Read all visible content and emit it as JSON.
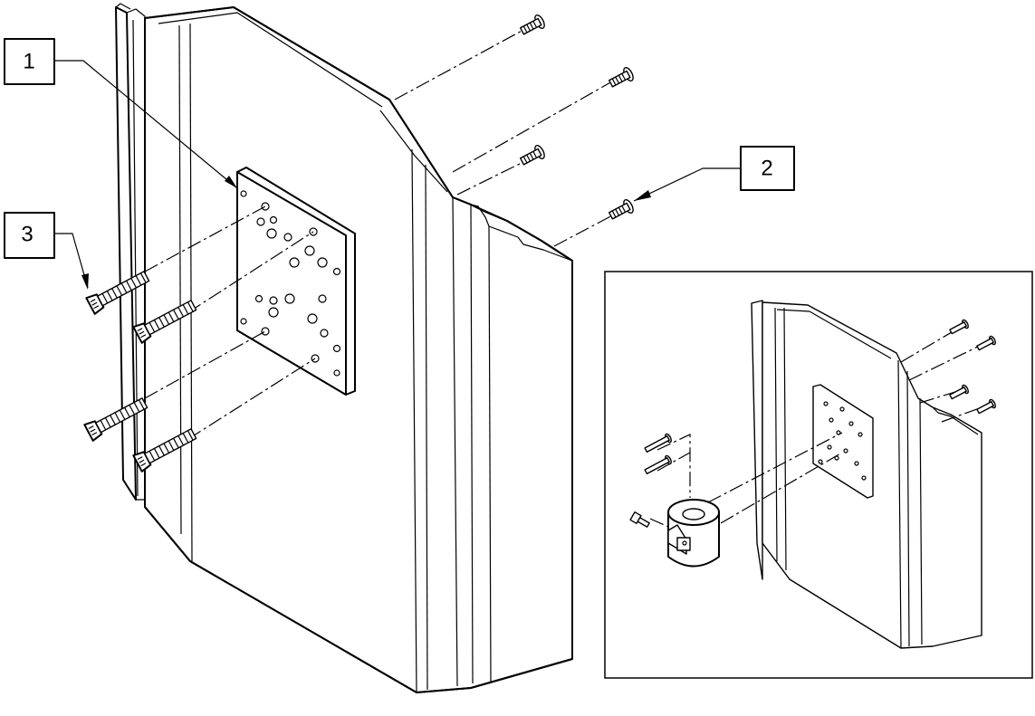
{
  "callouts": [
    {
      "id": "1",
      "text": "1"
    },
    {
      "id": "2",
      "text": "2"
    },
    {
      "id": "3",
      "text": "3"
    }
  ],
  "parts": [
    "side-panel",
    "mounting-plate",
    "plate-bolts",
    "top-screws",
    "detail-inset-view",
    "clamp-collar"
  ]
}
